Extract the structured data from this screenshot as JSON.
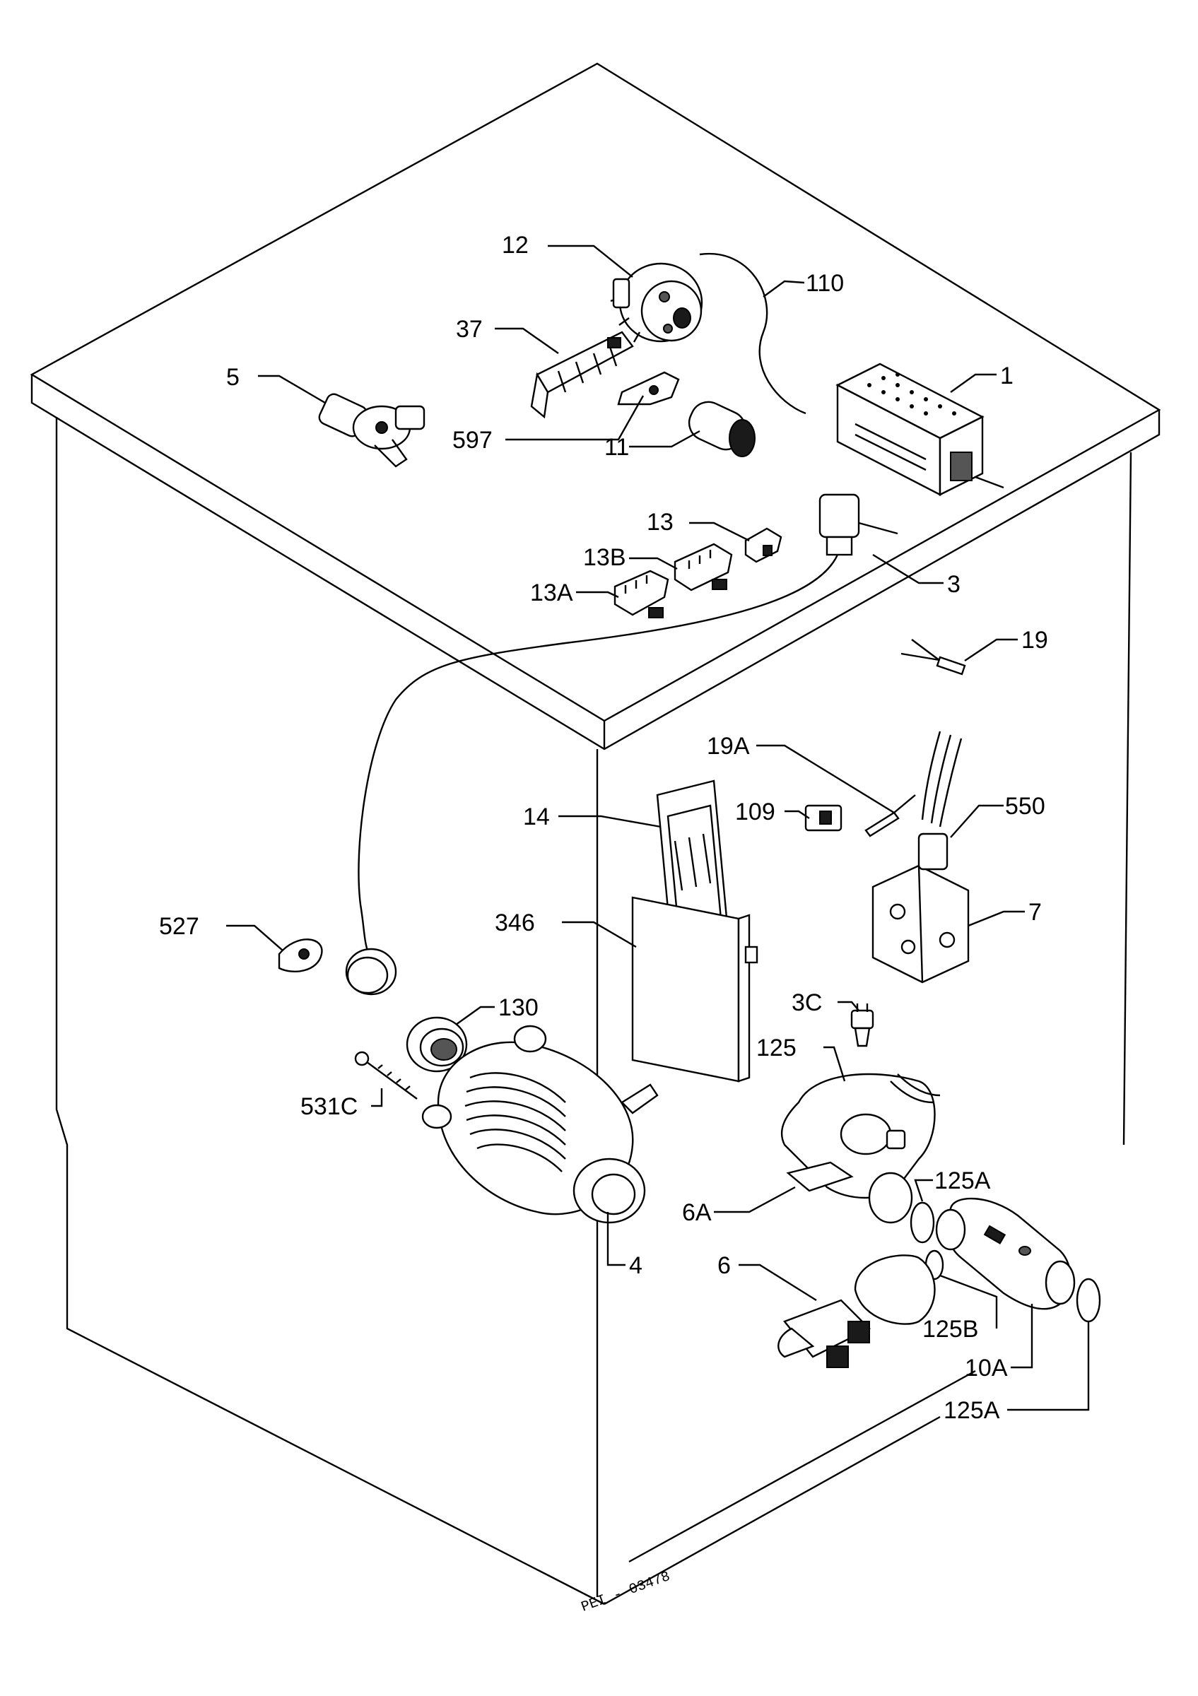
{
  "labels": {
    "p12": "12",
    "p110": "110",
    "p37": "37",
    "p5": "5",
    "p1": "1",
    "p597": "597",
    "p11": "11",
    "p13": "13",
    "p13b": "13B",
    "p13a": "13A",
    "p3": "3",
    "p19": "19",
    "p19a": "19A",
    "p109": "109",
    "p550": "550",
    "p14": "14",
    "p346": "346",
    "p7": "7",
    "p527": "527",
    "p130": "130",
    "p3c": "3C",
    "p125": "125",
    "p531c": "531C",
    "p125a_1": "125A",
    "p6a": "6A",
    "p4": "4",
    "p6": "6",
    "p125b": "125B",
    "p10a": "10A",
    "p125a_2": "125A"
  },
  "drawing_code": "PEI - 03478"
}
